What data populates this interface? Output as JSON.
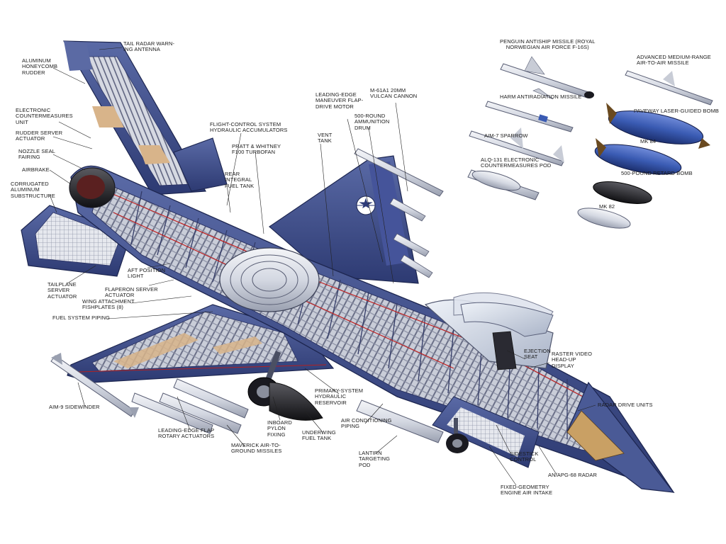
{
  "labels": {
    "tail_radar": "TAIL RADAR WARN-\nING ANTENNA",
    "rudder": "ALUMINUM\nHONEYCOMB\nRUDDER",
    "ecm_unit": "ELECTRONIC\nCOUNTERMEASURES\nUNIT",
    "rudder_servo": "RUDDER SERVER\nACTUATOR",
    "nozzle": "NOZZLE SEAL\nFAIRING",
    "airbrake": "AIRBRAKE",
    "corrugated": "CORRUGATED\nALUMINUM\nSUBSTRUCTURE",
    "tailplane_servo": "TAILPLANE\nSERVER\nACTUATOR",
    "fc_hydraulic": "FLIGHT-CONTROL SYSTEM\nHYDRAULIC ACCUMULATORS",
    "pratt": "PRATT & WHITNEY\nF100 TURBOFAN",
    "rear_fuel": "REAR\nINTEGRAL\nFUEL TANK",
    "aft_light": "AFT POSITION\nLIGHT",
    "flaperon": "FLAPERON SERVER\nACTUATOR",
    "wing_attach": "WING ATTACHMENT\nFISHPLATES (8)",
    "fuel_piping": "FUEL SYSTEM PIPING",
    "vent_tank": "VENT\nTANK",
    "le_motor": "LEADING-EDGE\nMANEUVER FLAP-\nDRIVE MOTOR",
    "ammo_drum": "500-ROUND\nAMMUNITION\nDRUM",
    "vulcan": "M-61A1 20MM\nVULCAN CANNON",
    "ejection": "EJECTION\nSEAT",
    "hud": "RASTER VIDEO\nHEAD-UP\nDISPLAY",
    "radar_drive": "RADAR DRIVE UNITS",
    "aim9": "AIM-9 SIDEWINDER",
    "le_rotary": "LEADING-EDGE FLAP\nROTARY ACTUATORS",
    "maverick": "MAVERICK AIR-TO-\nGROUND MISSILES",
    "inboard_pylon": "INBOARD\nPYLON\nFIXING",
    "underwing_tank": "UNDERWING\nFUEL TANK",
    "primary_hydraulic": "PRIMARY-SYSTEM\nHYDRAULIC\nRESERVOIR",
    "air_cond": "AIR CONDITIONING\nPIPING",
    "lantirn": "LANTIRN\nTARGETING\nPOD",
    "sidestick": "SIDESTICK\nCONTROL",
    "apg68": "AN/APG-68 RADAR",
    "fixed_intake": "FIXED-GEOMETRY\nENGINE AIR INTAKE"
  },
  "weapons": {
    "penguin": "PENGUIN ANTISHIP MISSILE (ROYAL\nNORWEGIAN AIR FORCE F-16s)",
    "amraam": "ADVANCED MEDIUM-RANGE\nAIR-TO-AIR MISSILE",
    "harm": "HARM ANTIRADIATION MISSILE",
    "paveway": "PAVEWAY LASER-GUIDED BOMB",
    "aim7": "AIM-7 SPARROW",
    "mk84": "MK 84",
    "alq131": "ALQ-131 ELECTRONIC\nCOUNTERMEASURES POD",
    "retard": "500-POUND RETARD BOMB",
    "mk82": "MK 82"
  },
  "colors": {
    "airframe_blue": "#3a4a86",
    "structure_grey": "#b9bfcc",
    "tan_panel": "#d8b48a",
    "bomb_blue": "#3a5bb3",
    "bomb_black": "#1e1e22",
    "missile_white": "#e6e8ee"
  }
}
